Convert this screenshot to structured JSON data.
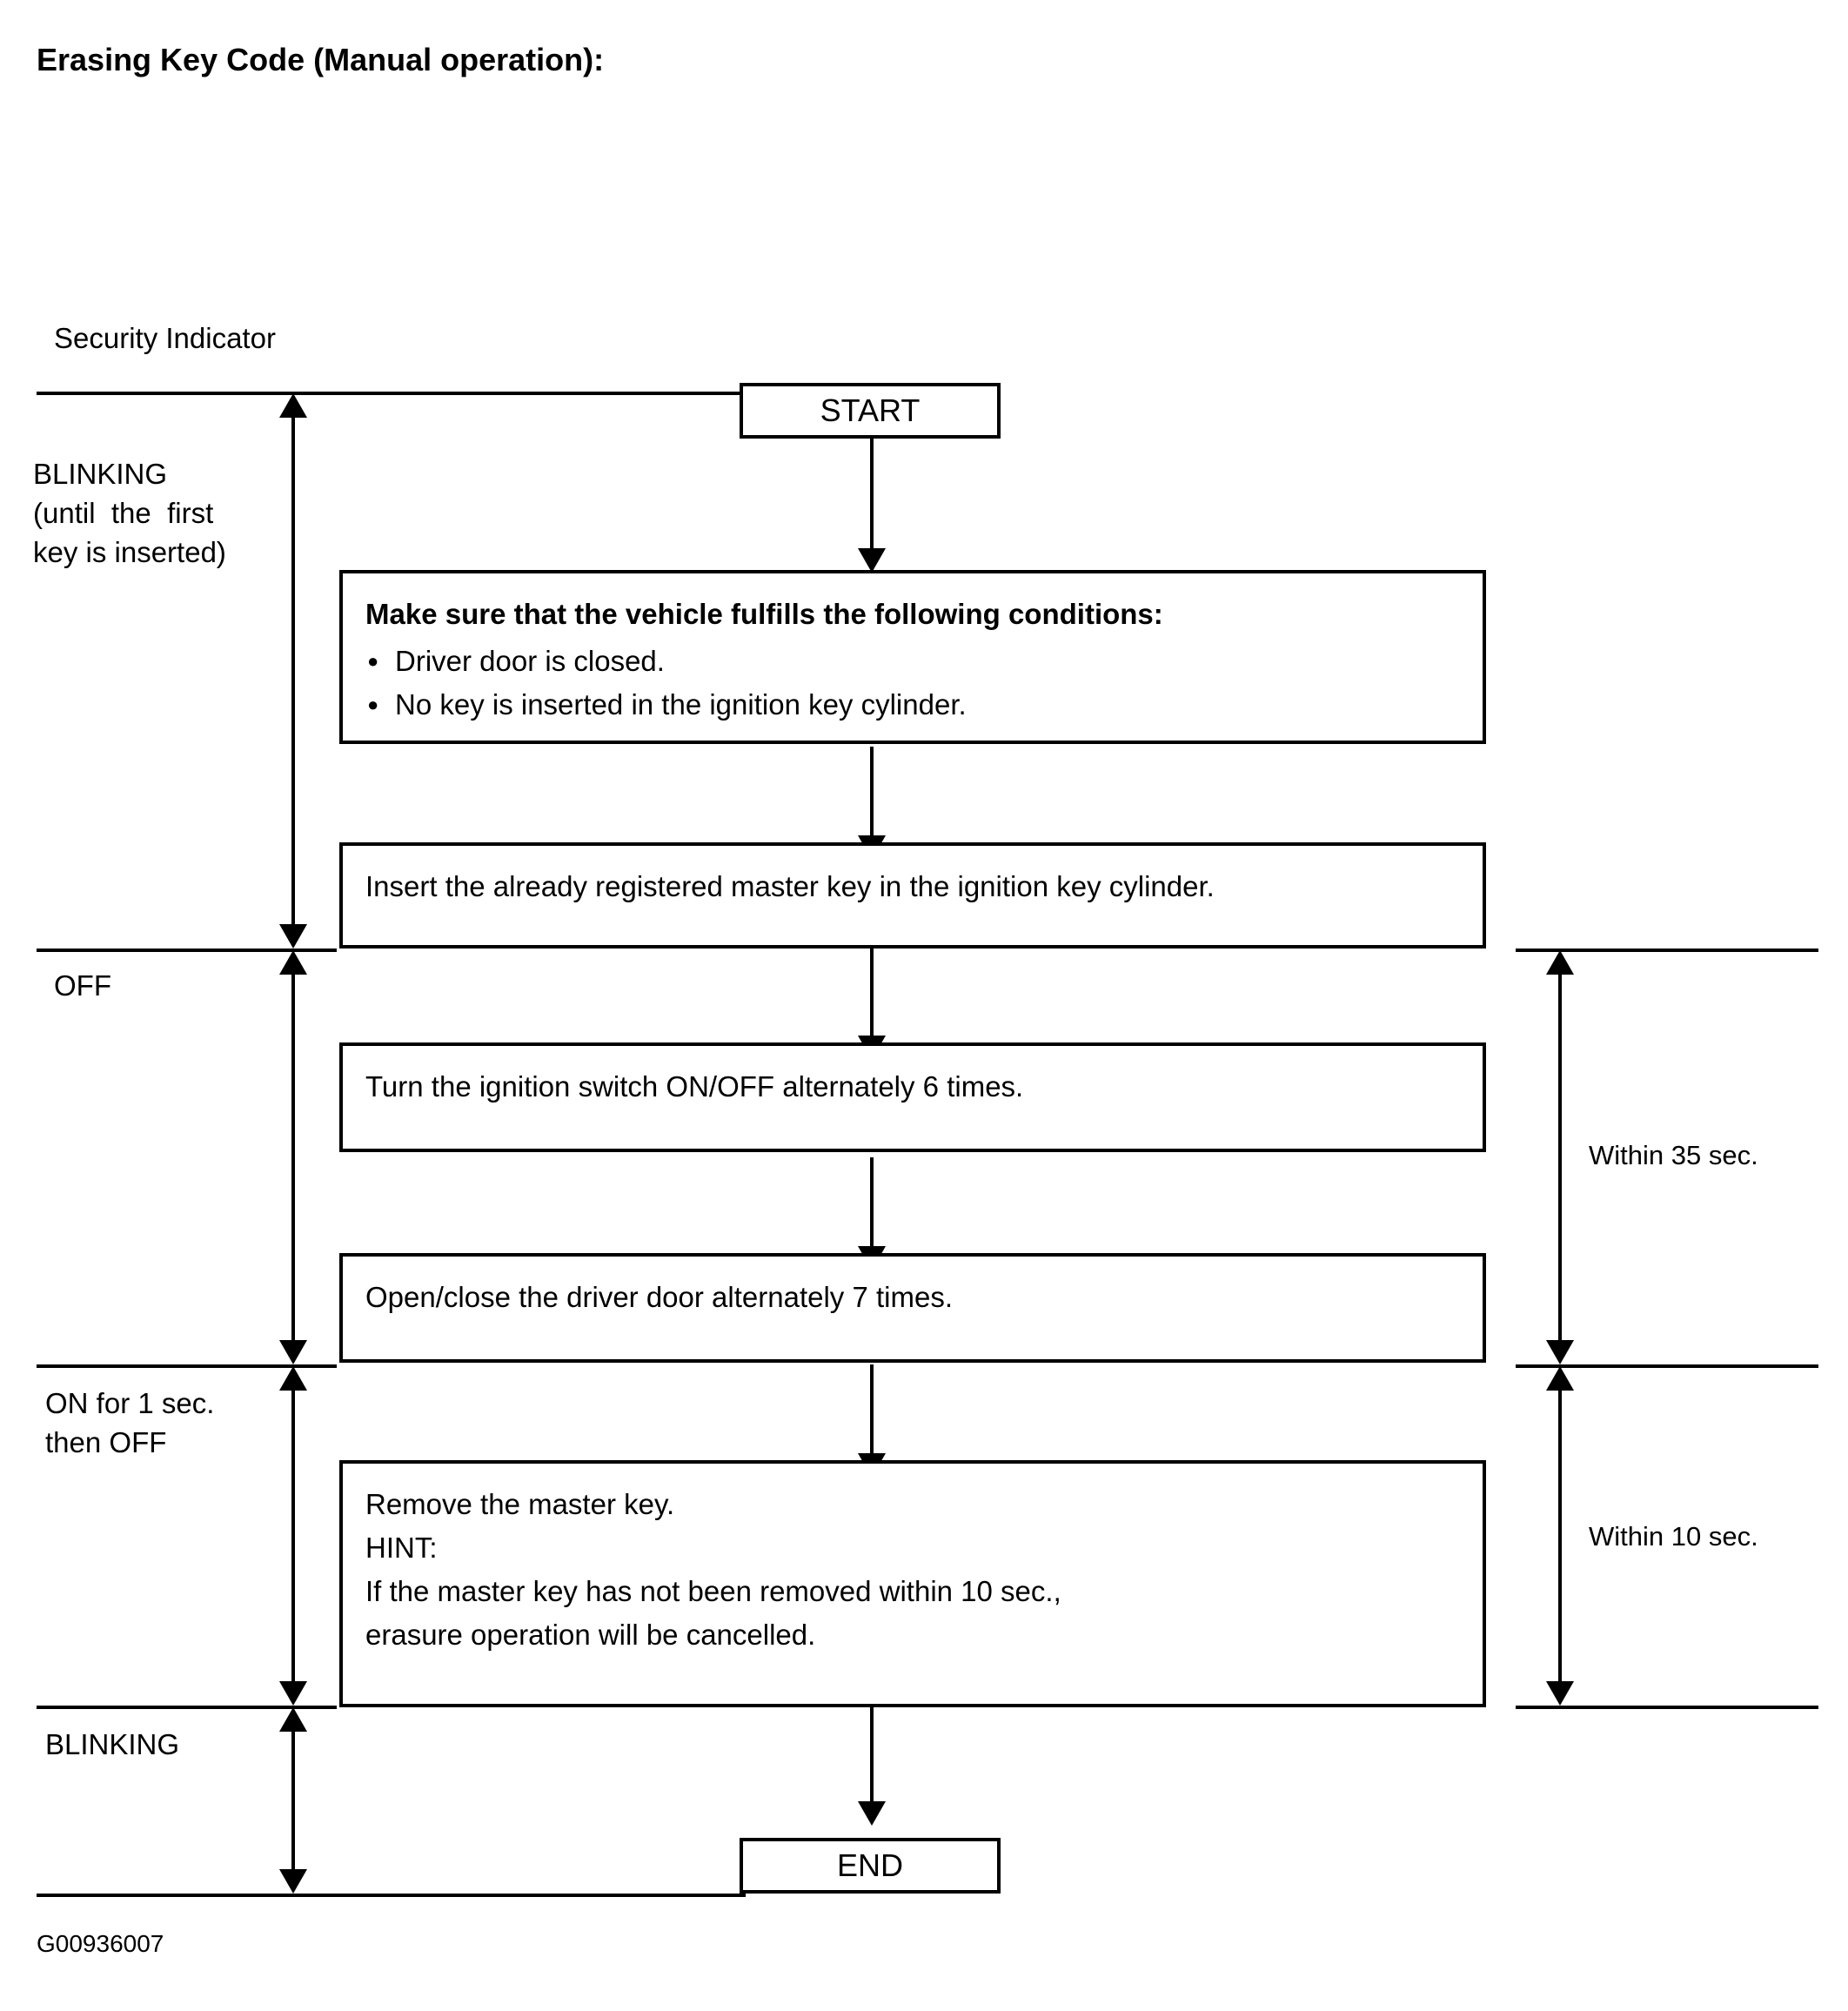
{
  "document": {
    "title": "Erasing Key Code (Manual operation):",
    "figure_code": "G00936007"
  },
  "security_indicator": {
    "caption": "Security Indicator",
    "states": [
      {
        "id": "blinking-initial",
        "label": "BLINKING\n(until the first\nkey is inserted)"
      },
      {
        "id": "off",
        "label": "OFF"
      },
      {
        "id": "on-then-off",
        "label": "ON for 1 sec.\nthen OFF"
      },
      {
        "id": "blinking-final",
        "label": "BLINKING"
      }
    ]
  },
  "timing": {
    "items": [
      {
        "id": "within-35-sec",
        "label": "Within 35 sec."
      },
      {
        "id": "within-10-sec",
        "label": "Within 10 sec."
      }
    ]
  },
  "flowchart": {
    "start": "START",
    "end": "END",
    "steps": [
      {
        "id": "conditions",
        "heading": "Make sure that the vehicle fulfills the following conditions:",
        "bullets": [
          "Driver door is closed.",
          "No key is inserted in the ignition key cylinder."
        ]
      },
      {
        "id": "insert-master-key",
        "text": "Insert the already registered master key in the ignition key cylinder."
      },
      {
        "id": "ignition-cycle",
        "text": "Turn the ignition switch ON/OFF alternately 6 times."
      },
      {
        "id": "door-cycle",
        "text": "Open/close the driver door alternately 7 times."
      },
      {
        "id": "remove-master-key",
        "line1": "Remove the master key.",
        "line2": "HINT:",
        "line3": "If the master key has not been removed within 10 sec.,",
        "line4": "erasure operation will be cancelled."
      }
    ]
  }
}
